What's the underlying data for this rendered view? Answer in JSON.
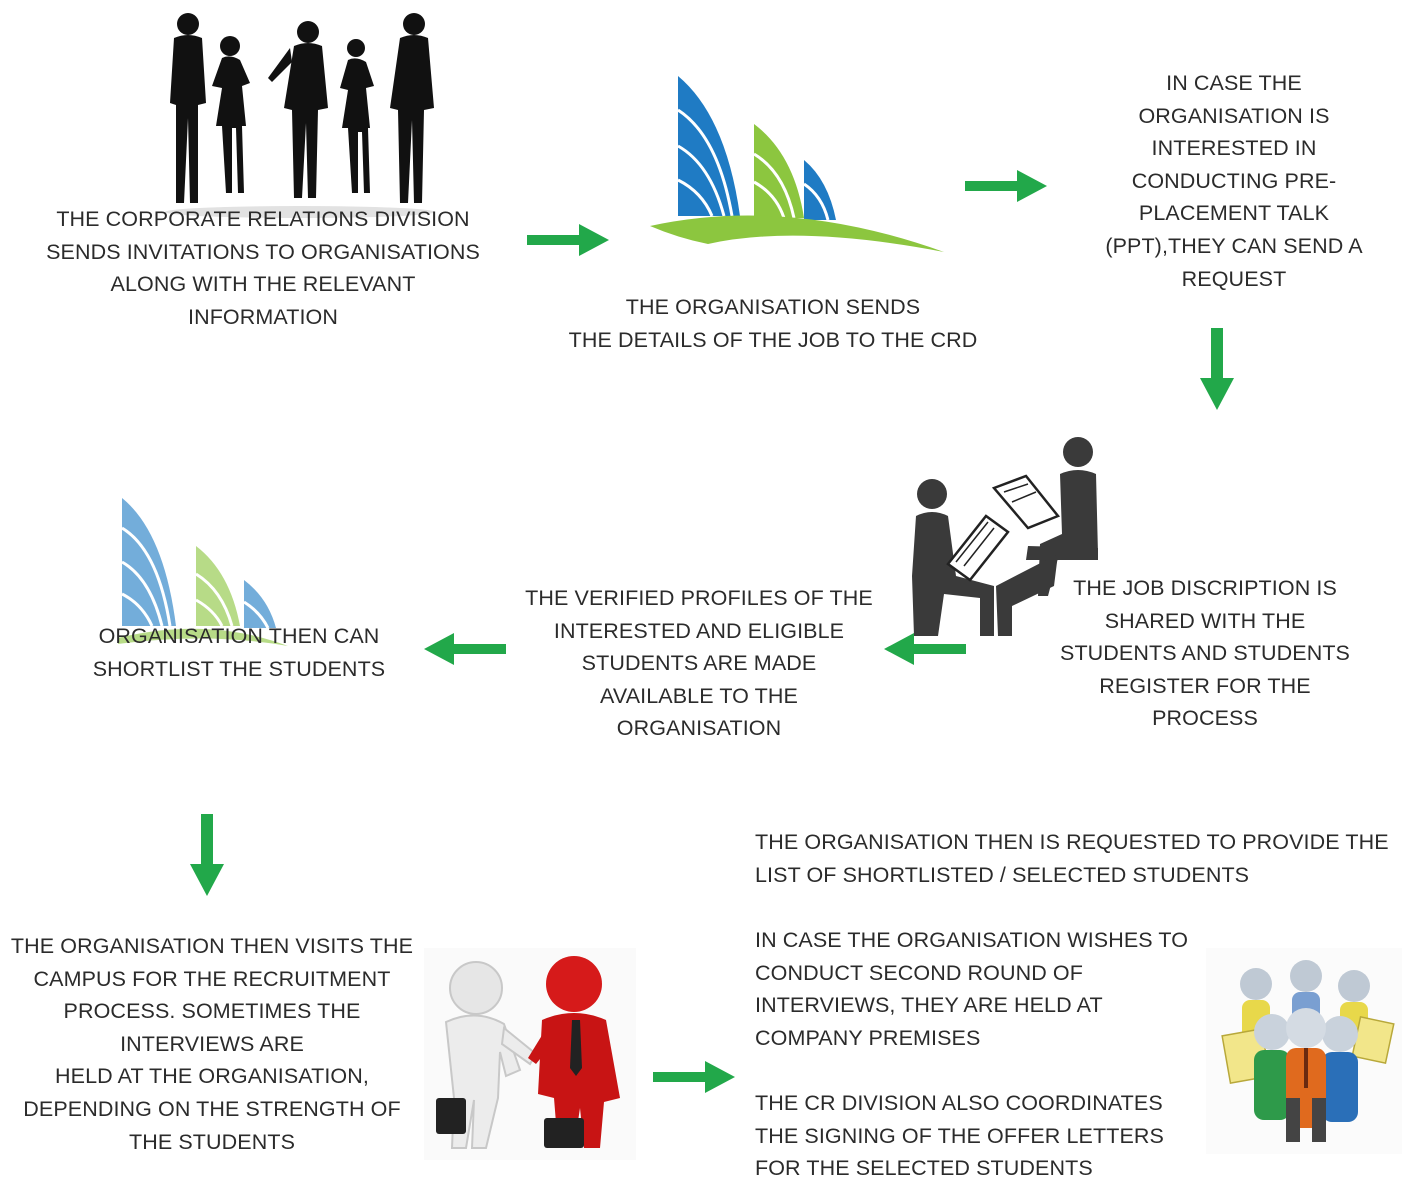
{
  "steps": {
    "step1": "THE CORPORATE RELATIONS DIVISION\nSENDS INVITATIONS TO ORGANISATIONS\nALONG WITH THE RELEVANT\nINFORMATION",
    "step2": "THE ORGANISATION SENDS\nTHE DETAILS OF THE JOB TO THE CRD",
    "step3": "IN CASE THE\nORGANISATION IS\nINTERESTED IN\nCONDUCTING PRE-\nPLACEMENT TALK\n(PPT),THEY CAN SEND A\nREQUEST",
    "step4": "THE JOB DISCRIPTION IS\nSHARED WITH THE\nSTUDENTS AND STUDENTS\nREGISTER FOR THE\nPROCESS",
    "step5": "THE VERIFIED PROFILES OF THE\nINTERESTED AND ELIGIBLE\nSTUDENTS ARE MADE\nAVAILABLE TO THE\nORGANISATION",
    "step6": "ORGANISATION THEN CAN\nSHORTLIST THE STUDENTS",
    "step7": "THE ORGANISATION THEN VISITS THE\nCAMPUS FOR THE RECRUITMENT\nPROCESS. SOMETIMES THE\nINTERVIEWS ARE\nHELD AT THE ORGANISATION,\nDEPENDING ON THE STRENGTH OF\nTHE STUDENTS",
    "step8a": "THE ORGANISATION THEN IS REQUESTED TO PROVIDE THE\nLIST OF SHORTLISTED / SELECTED STUDENTS",
    "step8b": "IN CASE THE ORGANISATION WISHES TO\nCONDUCT SECOND ROUND OF\nINTERVIEWS, THEY ARE HELD AT\nCOMPANY PREMISES",
    "step8c": "THE CR DIVISION ALSO COORDINATES\nTHE SIGNING OF THE OFFER LETTERS\nFOR THE SELECTED STUDENTS"
  },
  "colors": {
    "arrow": "#22a84a",
    "sail_blue": "#1f7bc4",
    "sail_green": "#8cc63f",
    "silhouette": "#111111",
    "seated_figures": "#3a3a3a",
    "red_figure": "#d61a1a"
  },
  "icons": {
    "people": "business-people-silhouette",
    "logo": "sail-logo",
    "interview": "interview-seated-figures",
    "handshake": "handshake-figures",
    "group": "group-of-people"
  }
}
